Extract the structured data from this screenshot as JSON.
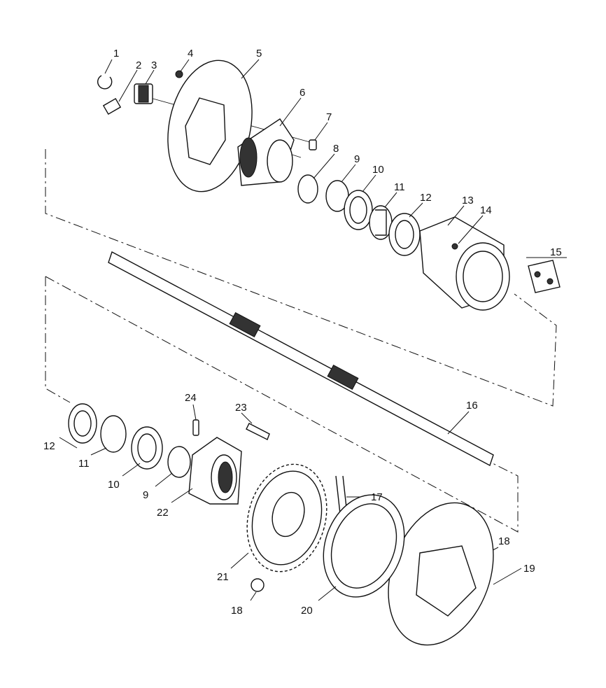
{
  "diagram": {
    "labels": [
      "1",
      "2",
      "3",
      "4",
      "5",
      "6",
      "7",
      "8",
      "9",
      "10",
      "11",
      "12",
      "13",
      "14",
      "15",
      "16",
      "17",
      "18",
      "9",
      "10",
      "11",
      "12",
      "18",
      "19",
      "20",
      "21",
      "22",
      "23",
      "24"
    ]
  },
  "colors": {
    "line": "#111111",
    "background": "#ffffff"
  }
}
